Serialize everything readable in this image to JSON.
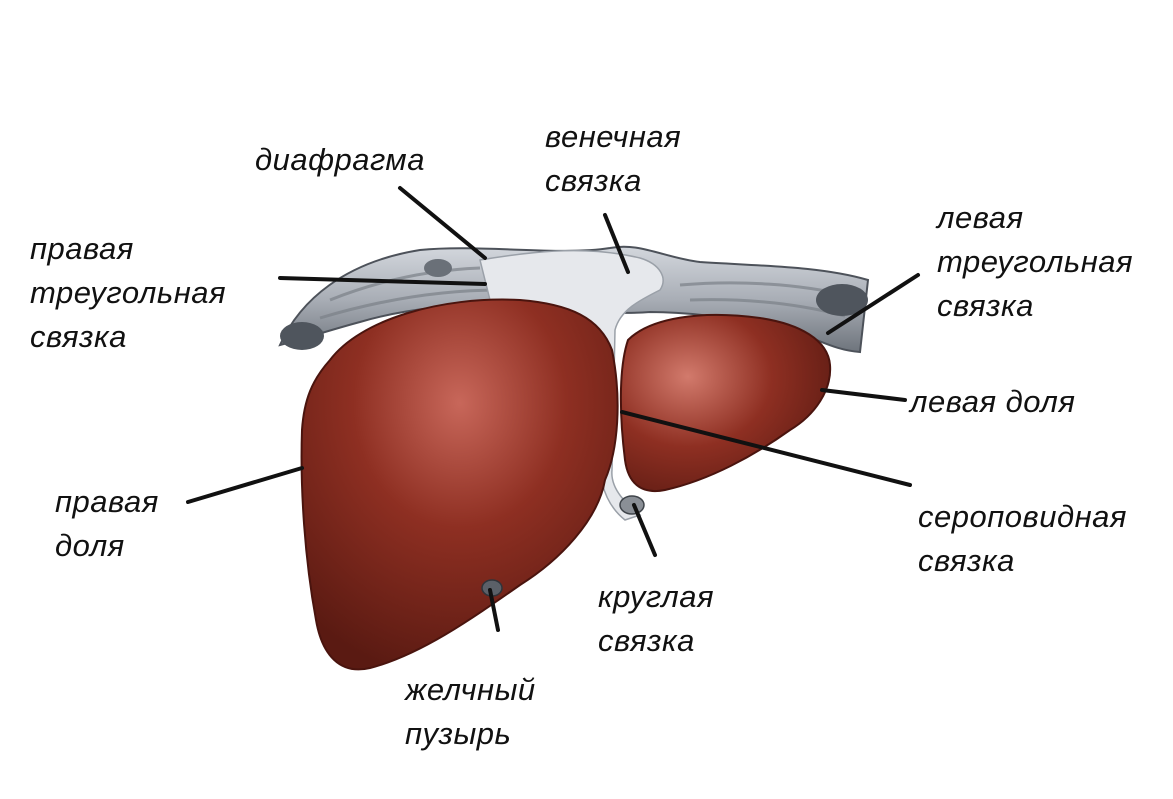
{
  "labels": {
    "diaphragm": [
      "диафрагма"
    ],
    "coronary_ligament": [
      "венечная",
      "связка"
    ],
    "right_triangular_ligament": [
      "правая",
      "треугольная",
      "связка"
    ],
    "left_triangular_ligament": [
      "левая",
      "треугольная",
      "связка"
    ],
    "left_lobe": [
      "левая доля"
    ],
    "right_lobe": [
      "правая",
      "доля"
    ],
    "falciform_ligament": [
      "сероповидная",
      "связка"
    ],
    "round_ligament": [
      "круглая",
      "связка"
    ],
    "gallbladder": [
      "желчный",
      "пузырь"
    ]
  },
  "colors": {
    "liver": "#8e2f22",
    "liver_highlight": "#c8675a",
    "liver_shadow": "#5a1a12",
    "diaphragm": "#b9bec6",
    "diaphragm_dark": "#5e646c",
    "ligament": "#e6e8ec",
    "leader_line": "#111111"
  }
}
